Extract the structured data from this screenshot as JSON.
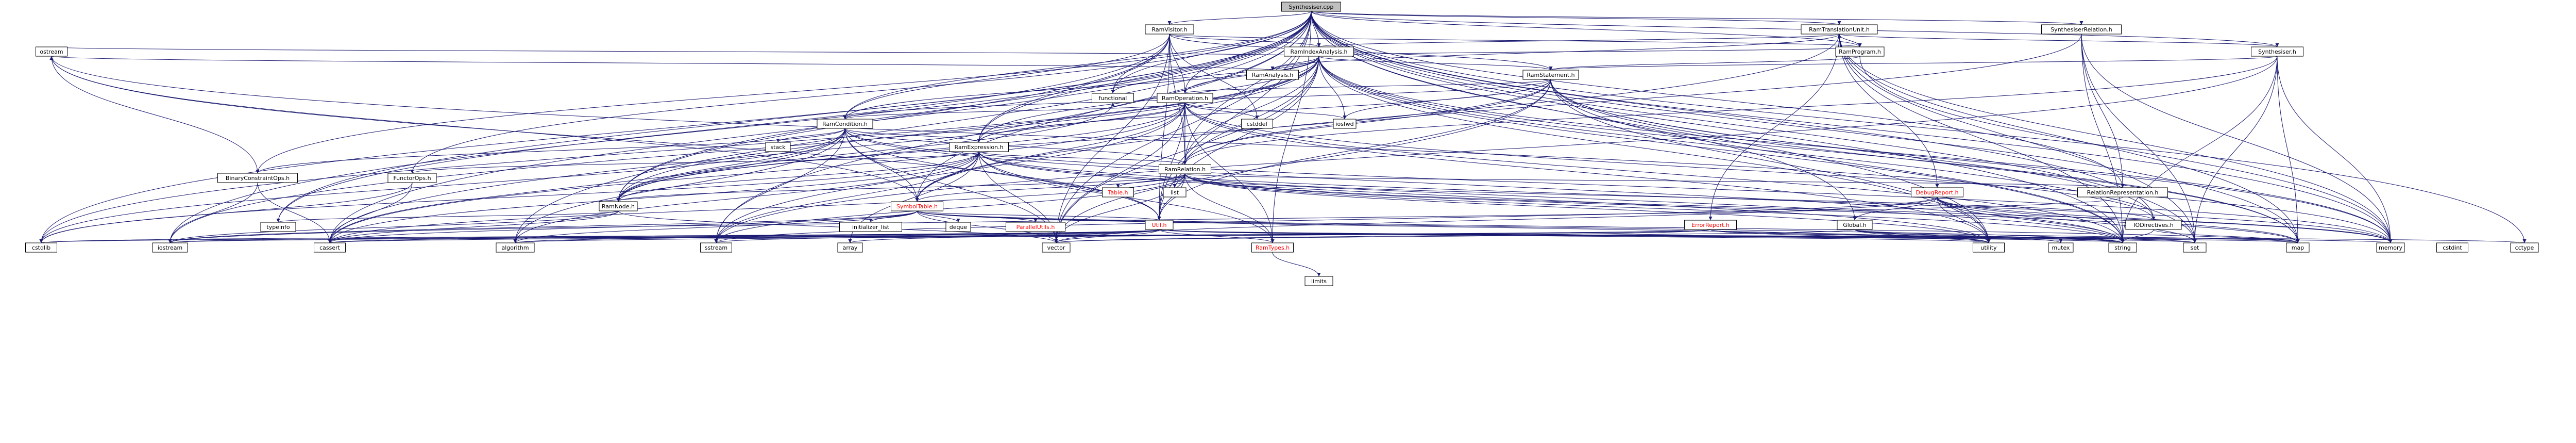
{
  "diagram": {
    "root": "Synthesiser.cpp",
    "colors": {
      "edge": "#191970",
      "root_fill": "#bfbfbf",
      "node_fill": "#ffffff",
      "node_text": "#000000",
      "missing_text": "#ff0000",
      "border": "#000000"
    },
    "nodes": [
      {
        "id": "synth_cpp",
        "label": "Synthesiser.cpp",
        "style": "root"
      },
      {
        "id": "ramvisitor",
        "label": "RamVisitor.h"
      },
      {
        "id": "ramtranslationunit",
        "label": "RamTranslationUnit.h"
      },
      {
        "id": "synthrelation",
        "label": "SynthesiserRelation.h"
      },
      {
        "id": "synthesiser_h",
        "label": "Synthesiser.h"
      },
      {
        "id": "ramindexanalysis",
        "label": "RamIndexAnalysis.h"
      },
      {
        "id": "ramprogram",
        "label": "RamProgram.h"
      },
      {
        "id": "ramanalysis",
        "label": "RamAnalysis.h"
      },
      {
        "id": "ramstatement",
        "label": "RamStatement.h"
      },
      {
        "id": "functional",
        "label": "functional"
      },
      {
        "id": "ramoperation",
        "label": "RamOperation.h"
      },
      {
        "id": "ramcondition",
        "label": "RamCondition.h"
      },
      {
        "id": "cstddef",
        "label": "cstddef"
      },
      {
        "id": "ostream",
        "label": "ostream"
      },
      {
        "id": "stack",
        "label": "stack"
      },
      {
        "id": "ramexpression",
        "label": "RamExpression.h"
      },
      {
        "id": "binaryconstraint",
        "label": "BinaryConstraintOps.h"
      },
      {
        "id": "functorops",
        "label": "FunctorOps.h"
      },
      {
        "id": "ramrelation",
        "label": "RamRelation.h"
      },
      {
        "id": "table",
        "label": "Table.h",
        "style": "missing"
      },
      {
        "id": "list",
        "label": "list"
      },
      {
        "id": "relationrep",
        "label": "RelationRepresentation.h"
      },
      {
        "id": "debugreport",
        "label": "DebugReport.h",
        "style": "missing"
      },
      {
        "id": "ramnode",
        "label": "RamNode.h"
      },
      {
        "id": "symboltable",
        "label": "SymbolTable.h",
        "style": "missing"
      },
      {
        "id": "typeinfo",
        "label": "typeinfo"
      },
      {
        "id": "initializer_list",
        "label": "initializer_list"
      },
      {
        "id": "deque",
        "label": "deque"
      },
      {
        "id": "parallelutils",
        "label": "ParallelUtils.h",
        "style": "missing"
      },
      {
        "id": "utilh",
        "label": "Util.h",
        "style": "missing"
      },
      {
        "id": "errorreport",
        "label": "ErrorReport.h",
        "style": "missing"
      },
      {
        "id": "global",
        "label": "Global.h"
      },
      {
        "id": "iodirectives",
        "label": "IODirectives.h"
      },
      {
        "id": "cstdlib",
        "label": "cstdlib"
      },
      {
        "id": "iostream",
        "label": "iostream"
      },
      {
        "id": "cassert",
        "label": "cassert"
      },
      {
        "id": "algorithm",
        "label": "algorithm"
      },
      {
        "id": "sstream",
        "label": "sstream"
      },
      {
        "id": "array",
        "label": "array"
      },
      {
        "id": "vector",
        "label": "vector"
      },
      {
        "id": "ramtypes",
        "label": "RamTypes.h",
        "style": "missing"
      },
      {
        "id": "utility",
        "label": "utility"
      },
      {
        "id": "mutex",
        "label": "mutex"
      },
      {
        "id": "string",
        "label": "string"
      },
      {
        "id": "set",
        "label": "set"
      },
      {
        "id": "map",
        "label": "map"
      },
      {
        "id": "cstdint",
        "label": "cstdint"
      },
      {
        "id": "memory",
        "label": "memory"
      },
      {
        "id": "cctype",
        "label": "cctype"
      },
      {
        "id": "limits",
        "label": "limits"
      }
    ],
    "edges": [
      [
        "synth_cpp",
        "ramvisitor"
      ],
      [
        "synth_cpp",
        "ramtranslationunit"
      ],
      [
        "synth_cpp",
        "synthrelation"
      ],
      [
        "synth_cpp",
        "synthesiser_h"
      ],
      [
        "synth_cpp",
        "ramindexanalysis"
      ],
      [
        "synth_cpp",
        "ramprogram"
      ],
      [
        "synth_cpp",
        "functional"
      ],
      [
        "synth_cpp",
        "ramoperation"
      ],
      [
        "synth_cpp",
        "ramcondition"
      ],
      [
        "synth_cpp",
        "ramexpression"
      ],
      [
        "synth_cpp",
        "binaryconstraint"
      ],
      [
        "synth_cpp",
        "functorops"
      ],
      [
        "synth_cpp",
        "ramrelation"
      ],
      [
        "synth_cpp",
        "ramnode"
      ],
      [
        "synth_cpp",
        "symboltable"
      ],
      [
        "synth_cpp",
        "utilh"
      ],
      [
        "synth_cpp",
        "global"
      ],
      [
        "synth_cpp",
        "iodirectives"
      ],
      [
        "synth_cpp",
        "ramtypes"
      ],
      [
        "synth_cpp",
        "typeinfo"
      ],
      [
        "synth_cpp",
        "cstdlib"
      ],
      [
        "synth_cpp",
        "iostream"
      ],
      [
        "synth_cpp",
        "cassert"
      ],
      [
        "synth_cpp",
        "algorithm"
      ],
      [
        "synth_cpp",
        "sstream"
      ],
      [
        "synth_cpp",
        "vector"
      ],
      [
        "synth_cpp",
        "utility"
      ],
      [
        "synth_cpp",
        "string"
      ],
      [
        "synth_cpp",
        "map"
      ],
      [
        "synth_cpp",
        "cctype"
      ],
      [
        "synth_cpp",
        "memory"
      ],
      [
        "synth_cpp",
        "relationrep"
      ],
      [
        "synth_cpp",
        "set"
      ],
      [
        "ramvisitor",
        "ramprogram"
      ],
      [
        "ramvisitor",
        "ramindexanalysis"
      ],
      [
        "ramvisitor",
        "functional"
      ],
      [
        "ramvisitor",
        "ramoperation"
      ],
      [
        "ramvisitor",
        "ramcondition"
      ],
      [
        "ramvisitor",
        "ramexpression"
      ],
      [
        "ramvisitor",
        "ramrelation"
      ],
      [
        "ramvisitor",
        "ramnode"
      ],
      [
        "ramvisitor",
        "ramstatement"
      ],
      [
        "ramvisitor",
        "typeinfo"
      ],
      [
        "ramvisitor",
        "vector"
      ],
      [
        "ramvisitor",
        "utilh"
      ],
      [
        "ramvisitor",
        "cstddef"
      ],
      [
        "ramtranslationunit",
        "ramindexanalysis"
      ],
      [
        "ramtranslationunit",
        "ramprogram"
      ],
      [
        "ramtranslationunit",
        "ramanalysis"
      ],
      [
        "ramtranslationunit",
        "debugreport"
      ],
      [
        "ramtranslationunit",
        "errorreport"
      ],
      [
        "ramtranslationunit",
        "symboltable"
      ],
      [
        "ramtranslationunit",
        "map"
      ],
      [
        "ramtranslationunit",
        "memory"
      ],
      [
        "ramtranslationunit",
        "string"
      ],
      [
        "ramtranslationunit",
        "set"
      ],
      [
        "synthrelation",
        "ramrelation"
      ],
      [
        "synthrelation",
        "relationrep"
      ],
      [
        "synthrelation",
        "set"
      ],
      [
        "synthrelation",
        "string"
      ],
      [
        "synthrelation",
        "memory"
      ],
      [
        "synthesiser_h",
        "ramstatement"
      ],
      [
        "synthesiser_h",
        "ramrelation"
      ],
      [
        "synthesiser_h",
        "ramtranslationunit"
      ],
      [
        "synthesiser_h",
        "map"
      ],
      [
        "synthesiser_h",
        "set"
      ],
      [
        "synthesiser_h",
        "memory"
      ],
      [
        "synthesiser_h",
        "string"
      ],
      [
        "synthesiser_h",
        "sstream"
      ],
      [
        "ramindexanalysis",
        "ramanalysis"
      ],
      [
        "ramindexanalysis",
        "ramstatement"
      ],
      [
        "ramindexanalysis",
        "ramoperation"
      ],
      [
        "ramindexanalysis",
        "ramcondition"
      ],
      [
        "ramindexanalysis",
        "ramexpression"
      ],
      [
        "ramindexanalysis",
        "ramrelation"
      ],
      [
        "ramindexanalysis",
        "ramnode"
      ],
      [
        "ramindexanalysis",
        "utilh"
      ],
      [
        "ramindexanalysis",
        "functional"
      ],
      [
        "ramindexanalysis",
        "iostream"
      ],
      [
        "ramindexanalysis",
        "ostream"
      ],
      [
        "ramindexanalysis",
        "map"
      ],
      [
        "ramindexanalysis",
        "set"
      ],
      [
        "ramindexanalysis",
        "vector"
      ],
      [
        "ramindexanalysis",
        "utility"
      ],
      [
        "ramindexanalysis",
        "cassert"
      ],
      [
        "ramindexanalysis",
        "cstdlib"
      ],
      [
        "ramindexanalysis",
        "memory"
      ],
      [
        "ramindexanalysis",
        "string"
      ],
      [
        "ramindexanalysis",
        "list"
      ],
      [
        "ramindexanalysis",
        "ramprogram"
      ],
      [
        "ramindexanalysis",
        "iosfwd"
      ],
      [
        "ramprogram",
        "ramstatement"
      ],
      [
        "ramprogram",
        "memory"
      ],
      [
        "ramanalysis",
        "ostream"
      ],
      [
        "ramstatement",
        "ramoperation"
      ],
      [
        "ramstatement",
        "ramcondition"
      ],
      [
        "ramstatement",
        "ramexpression"
      ],
      [
        "ramstatement",
        "ramrelation"
      ],
      [
        "ramstatement",
        "ramnode"
      ],
      [
        "ramstatement",
        "utilh"
      ],
      [
        "ramstatement",
        "iodirectives"
      ],
      [
        "ramstatement",
        "vector"
      ],
      [
        "ramstatement",
        "memory"
      ],
      [
        "ramstatement",
        "string"
      ],
      [
        "ramstatement",
        "map"
      ],
      [
        "ramstatement",
        "iosfwd"
      ],
      [
        "ramstatement",
        "utility"
      ],
      [
        "ramoperation",
        "ramcondition"
      ],
      [
        "ramoperation",
        "ramexpression"
      ],
      [
        "ramoperation",
        "ramrelation"
      ],
      [
        "ramoperation",
        "ramnode"
      ],
      [
        "ramoperation",
        "utilh"
      ],
      [
        "ramoperation",
        "symboltable"
      ],
      [
        "ramoperation",
        "cstddef"
      ],
      [
        "ramoperation",
        "iosfwd"
      ],
      [
        "ramoperation",
        "cassert"
      ],
      [
        "ramoperation",
        "vector"
      ],
      [
        "ramoperation",
        "memory"
      ],
      [
        "ramoperation",
        "string"
      ],
      [
        "ramoperation",
        "ramtypes"
      ],
      [
        "ramoperation",
        "sstream"
      ],
      [
        "ramoperation",
        "utility"
      ],
      [
        "ramcondition",
        "ramexpression"
      ],
      [
        "ramcondition",
        "ramrelation"
      ],
      [
        "ramcondition",
        "ramnode"
      ],
      [
        "ramcondition",
        "binaryconstraint"
      ],
      [
        "ramcondition",
        "symboltable"
      ],
      [
        "ramcondition",
        "utilh"
      ],
      [
        "ramcondition",
        "stack"
      ],
      [
        "ramcondition",
        "algorithm"
      ],
      [
        "ramcondition",
        "sstream"
      ],
      [
        "ramcondition",
        "cassert"
      ],
      [
        "ramcondition",
        "vector"
      ],
      [
        "ramcondition",
        "memory"
      ],
      [
        "ramcondition",
        "string"
      ],
      [
        "ramcondition",
        "cstdlib"
      ],
      [
        "ramexpression",
        "ramrelation"
      ],
      [
        "ramexpression",
        "ramnode"
      ],
      [
        "ramexpression",
        "functorops"
      ],
      [
        "ramexpression",
        "symboltable"
      ],
      [
        "ramexpression",
        "utilh"
      ],
      [
        "ramexpression",
        "ramtypes"
      ],
      [
        "ramexpression",
        "algorithm"
      ],
      [
        "ramexpression",
        "sstream"
      ],
      [
        "ramexpression",
        "array"
      ],
      [
        "ramexpression",
        "cassert"
      ],
      [
        "ramexpression",
        "vector"
      ],
      [
        "ramexpression",
        "memory"
      ],
      [
        "ramexpression",
        "string"
      ],
      [
        "ramexpression",
        "cstdlib"
      ],
      [
        "ramexpression",
        "utility"
      ],
      [
        "binaryconstraint",
        "cassert"
      ],
      [
        "binaryconstraint",
        "iostream"
      ],
      [
        "binaryconstraint",
        "ostream"
      ],
      [
        "functorops",
        "cassert"
      ],
      [
        "functorops",
        "cstdlib"
      ],
      [
        "ramrelation",
        "ramnode"
      ],
      [
        "ramrelation",
        "relationrep"
      ],
      [
        "ramrelation",
        "symboltable"
      ],
      [
        "ramrelation",
        "table"
      ],
      [
        "ramrelation",
        "list"
      ],
      [
        "ramrelation",
        "utilh"
      ],
      [
        "ramrelation",
        "ramtypes"
      ],
      [
        "ramrelation",
        "iodirectives"
      ],
      [
        "ramrelation",
        "cassert"
      ],
      [
        "ramrelation",
        "vector"
      ],
      [
        "ramrelation",
        "memory"
      ],
      [
        "ramrelation",
        "string"
      ],
      [
        "ramrelation",
        "utility"
      ],
      [
        "ramrelation",
        "map"
      ],
      [
        "ramrelation",
        "sstream"
      ],
      [
        "relationrep",
        "iostream"
      ],
      [
        "debugreport",
        "global"
      ],
      [
        "debugreport",
        "memory"
      ],
      [
        "debugreport",
        "string"
      ],
      [
        "debugreport",
        "set"
      ],
      [
        "debugreport",
        "vector"
      ],
      [
        "debugreport",
        "sstream"
      ],
      [
        "debugreport",
        "utility"
      ],
      [
        "debugreport",
        "map"
      ],
      [
        "ramnode",
        "typeinfo"
      ],
      [
        "ramnode",
        "cassert"
      ],
      [
        "ramnode",
        "functional"
      ],
      [
        "ramnode",
        "iostream"
      ],
      [
        "ramnode",
        "vector"
      ],
      [
        "symboltable",
        "parallelutils"
      ],
      [
        "symboltable",
        "utilh"
      ],
      [
        "symboltable",
        "initializer_list"
      ],
      [
        "symboltable",
        "deque"
      ],
      [
        "symboltable",
        "cassert"
      ],
      [
        "symboltable",
        "iostream"
      ],
      [
        "symboltable",
        "ostream"
      ],
      [
        "symboltable",
        "algorithm"
      ],
      [
        "symboltable",
        "string"
      ],
      [
        "symboltable",
        "vector"
      ],
      [
        "symboltable",
        "utility"
      ],
      [
        "symboltable",
        "map"
      ],
      [
        "utilh",
        "ramtypes"
      ],
      [
        "utilh",
        "algorithm"
      ],
      [
        "utilh",
        "array"
      ],
      [
        "utilh",
        "cassert"
      ],
      [
        "utilh",
        "cctype"
      ],
      [
        "utilh",
        "cstdlib"
      ],
      [
        "utilh",
        "iostream"
      ],
      [
        "utilh",
        "map"
      ],
      [
        "utilh",
        "memory"
      ],
      [
        "utilh",
        "set"
      ],
      [
        "utilh",
        "sstream"
      ],
      [
        "utilh",
        "string"
      ],
      [
        "utilh",
        "utility"
      ],
      [
        "utilh",
        "vector"
      ],
      [
        "utilh",
        "ostream"
      ],
      [
        "errorreport",
        "algorithm"
      ],
      [
        "errorreport",
        "cstdlib"
      ],
      [
        "errorreport",
        "iostream"
      ],
      [
        "errorreport",
        "set"
      ],
      [
        "errorreport",
        "utility"
      ],
      [
        "errorreport",
        "vector"
      ],
      [
        "errorreport",
        "string"
      ],
      [
        "errorreport",
        "cassert"
      ],
      [
        "global",
        "map"
      ],
      [
        "global",
        "string"
      ],
      [
        "global",
        "vector"
      ],
      [
        "global",
        "utility"
      ],
      [
        "global",
        "mutex"
      ],
      [
        "iodirectives",
        "map"
      ],
      [
        "iodirectives",
        "string"
      ],
      [
        "iodirectives",
        "ostream"
      ],
      [
        "ramtypes",
        "limits"
      ]
    ]
  }
}
